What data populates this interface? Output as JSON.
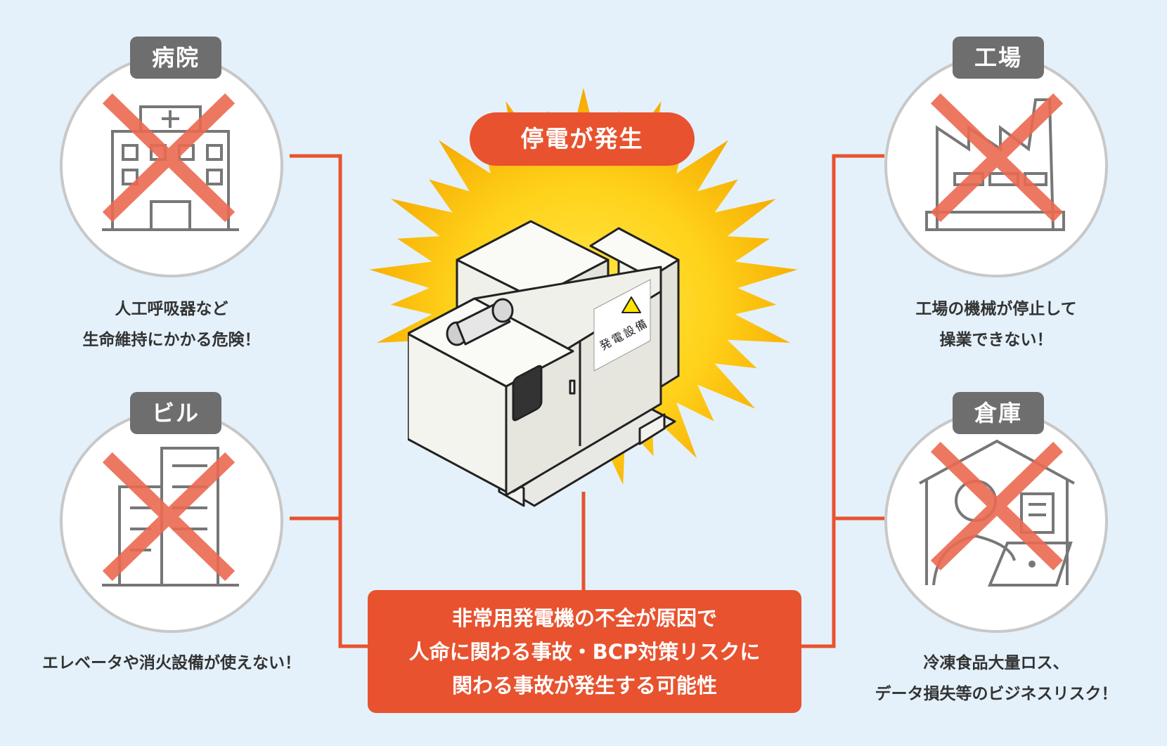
{
  "alert": {
    "label": "停電が発生"
  },
  "equipment": {
    "sign_label": "発電設備"
  },
  "cause": {
    "lines": [
      "非常用発電機の不全が原因で",
      "人命に関わる事故・BCP対策リスクに",
      "関わる事故が発生する可能性"
    ]
  },
  "facilities": {
    "hospital": {
      "label": "病院",
      "icon": "hospital-icon",
      "desc": [
        "人工呼吸器など",
        "生命維持にかかる危険！"
      ]
    },
    "building": {
      "label": "ビル",
      "icon": "office-building-icon",
      "desc": [
        "エレベータや消火設備が使えない！"
      ]
    },
    "factory": {
      "label": "工場",
      "icon": "factory-icon",
      "desc": [
        "工場の機械が停止して",
        "操業できない！"
      ]
    },
    "warehouse": {
      "label": "倉庫",
      "icon": "warehouse-worker-icon",
      "desc": [
        "冷凍食品大量ロス、",
        "データ損失等のビジネスリスク！"
      ]
    }
  },
  "colors": {
    "accent": "#e8522f",
    "tag_bg": "#6e6e6e",
    "background": "#e4f1fa",
    "burst_outer": "#f5b400",
    "burst_inner": "#ffe94d",
    "cross": "#ec6a52"
  }
}
